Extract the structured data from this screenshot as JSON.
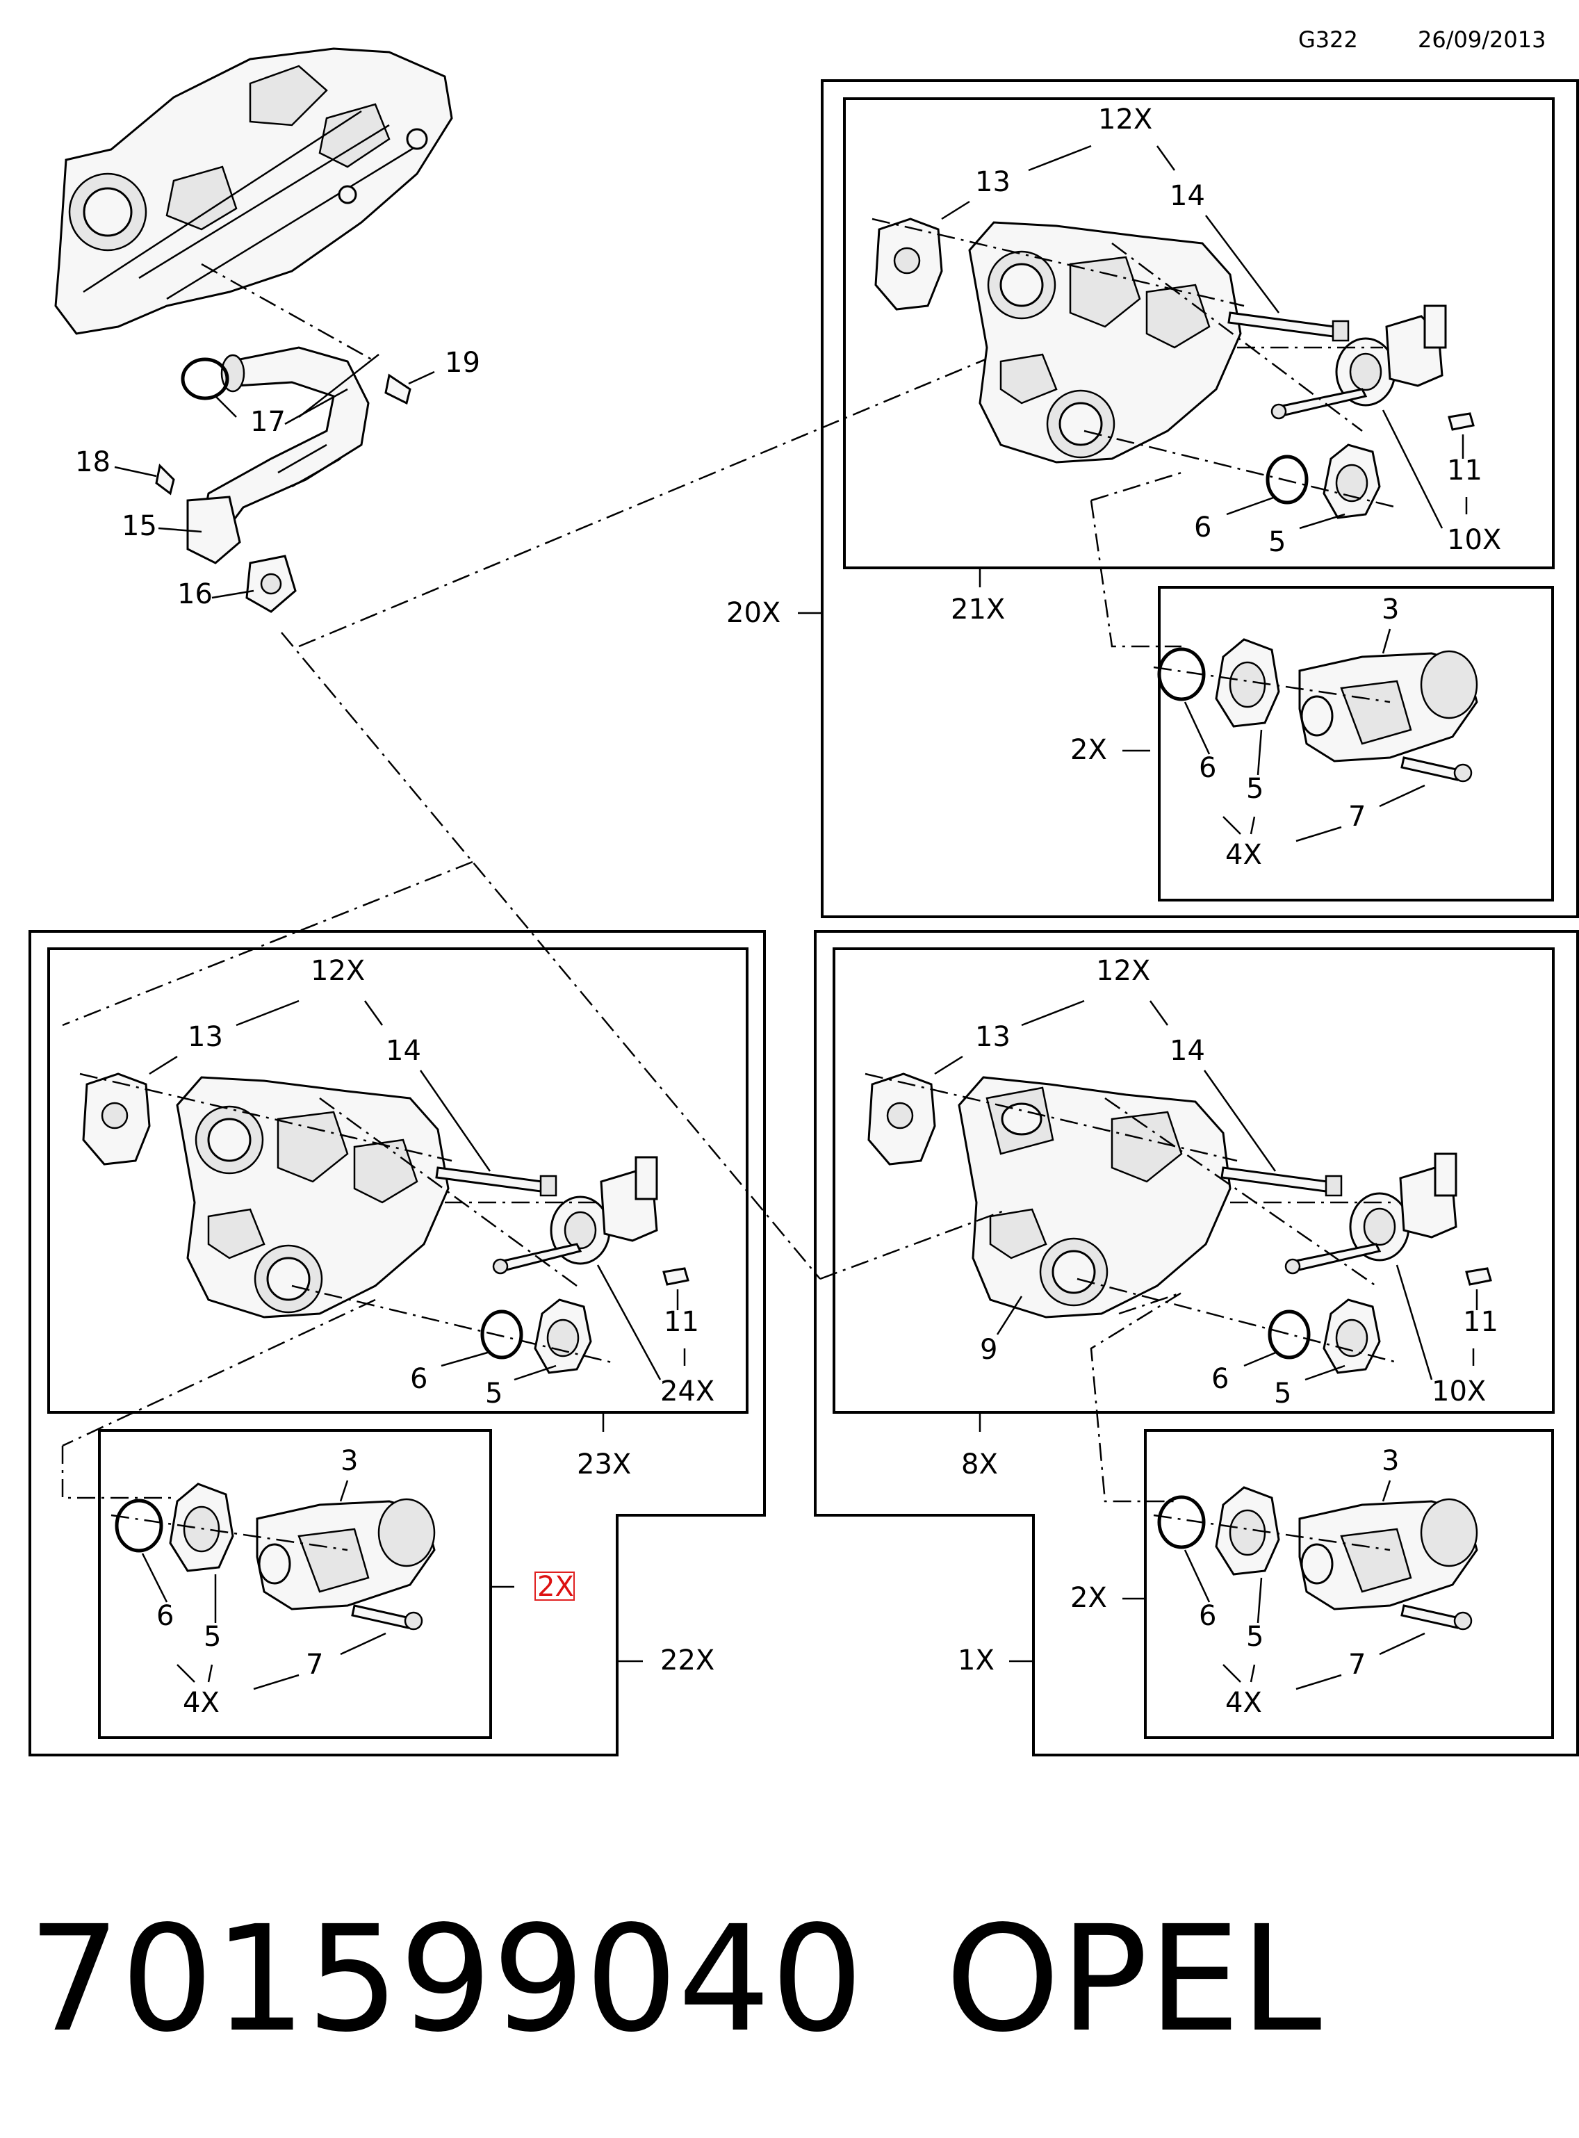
{
  "header": {
    "code": "G322",
    "date": "26/09/2013"
  },
  "footer": {
    "part_number": "701599040",
    "brand": "OPEL"
  },
  "top_assembly": {
    "labels": {
      "p15": "15",
      "p16": "16",
      "p17": "17",
      "p18": "18",
      "p19": "19"
    }
  },
  "kit_20x": {
    "label": "20X",
    "upper": {
      "label": "21X",
      "p12x": "12X",
      "p13": "13",
      "p14": "14",
      "p11": "11",
      "p10x": "10X",
      "p6": "6",
      "p5": "5"
    },
    "lower": {
      "label": "2X",
      "p3": "3",
      "p6": "6",
      "p5": "5",
      "p7": "7",
      "p4x": "4X"
    }
  },
  "kit_22x": {
    "label": "22X",
    "upper": {
      "label": "23X",
      "p12x": "12X",
      "p13": "13",
      "p14": "14",
      "p11": "11",
      "p24x": "24X",
      "p6": "6",
      "p5": "5"
    },
    "lower": {
      "label": "2X",
      "p3": "3",
      "p6": "6",
      "p5": "5",
      "p7": "7",
      "p4x": "4X"
    }
  },
  "kit_1x": {
    "label": "1X",
    "upper": {
      "label": "8X",
      "p12x": "12X",
      "p13": "13",
      "p14": "14",
      "p9": "9",
      "p11": "11",
      "p10x": "10X",
      "p6": "6",
      "p5": "5"
    },
    "lower": {
      "label": "2X",
      "p3": "3",
      "p6": "6",
      "p5": "5",
      "p7": "7",
      "p4x": "4X"
    }
  }
}
